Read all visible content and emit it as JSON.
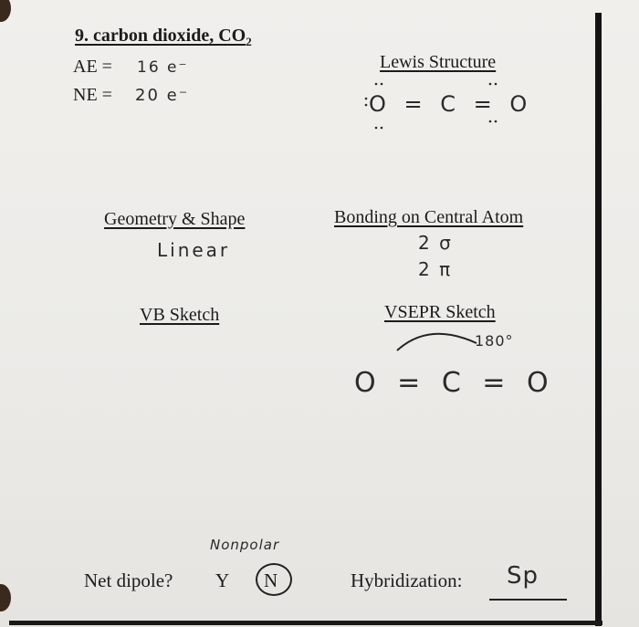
{
  "heading": {
    "number": "9.",
    "name": "carbon dioxide, CO",
    "subscript": "2"
  },
  "ae": {
    "label": "AE =",
    "answer": "16 e⁻"
  },
  "ne": {
    "label": "NE =",
    "answer": "20 e⁻"
  },
  "lewis": {
    "label": "Lewis Structure",
    "structure": "O = C = O"
  },
  "geometry": {
    "label": "Geometry & Shape",
    "answer": "Linear"
  },
  "bonding": {
    "label": "Bonding on Central Atom",
    "sigma": "2 σ",
    "pi": "2 π"
  },
  "vb_sketch": {
    "label": "VB Sketch"
  },
  "vsepr": {
    "label": "VSEPR Sketch",
    "angle": "180°",
    "structure": "O = C = O"
  },
  "dipole": {
    "label": "Net dipole?",
    "option_y": "Y",
    "option_n": "N",
    "note": "Nonpolar"
  },
  "hybridization": {
    "label": "Hybridization:",
    "answer": "Sp"
  }
}
